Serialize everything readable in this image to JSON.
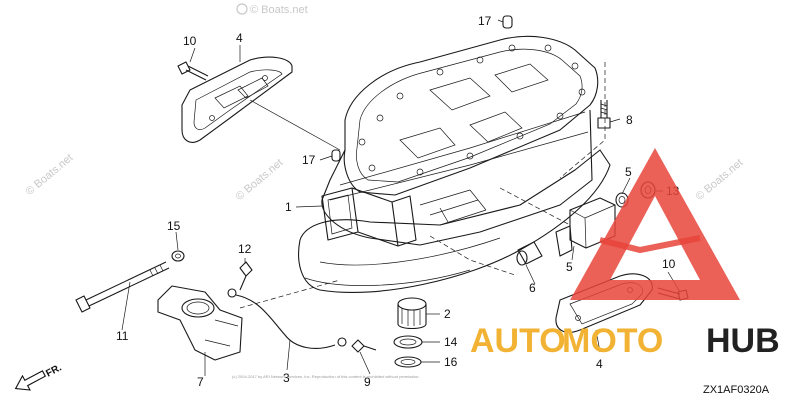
{
  "watermarks": {
    "top": "© Boats.net",
    "left": "© Boats.net",
    "middle": "© Boats.net",
    "right": "© Boats.net"
  },
  "callouts": {
    "p1": "1",
    "p2": "2",
    "p3": "3",
    "p4_top": "4",
    "p4_bottom": "4",
    "p5_upper": "5",
    "p5_lower": "5",
    "p6": "6",
    "p7": "7",
    "p8": "8",
    "p9": "9",
    "p10_top": "10",
    "p10_right": "10",
    "p11": "11",
    "p12": "12",
    "p13": "13",
    "p14": "14",
    "p15": "15",
    "p16": "16",
    "p17_top": "17",
    "p17_left": "17"
  },
  "direction_label": "FR.",
  "diagram_code": "ZX1AF0320A",
  "footer_fineprint": "(c) 2004-2017 by ARI Network Services, Inc. Reproduction of this content is prohibited without permission.",
  "logo": {
    "part1": "AUTO",
    "part2": "MOTO",
    "part3": "HUB",
    "color_auto": "#f2b233",
    "color_moto": "#f2b233",
    "color_hub": "#222222",
    "triangle_color": "#e8443a"
  }
}
